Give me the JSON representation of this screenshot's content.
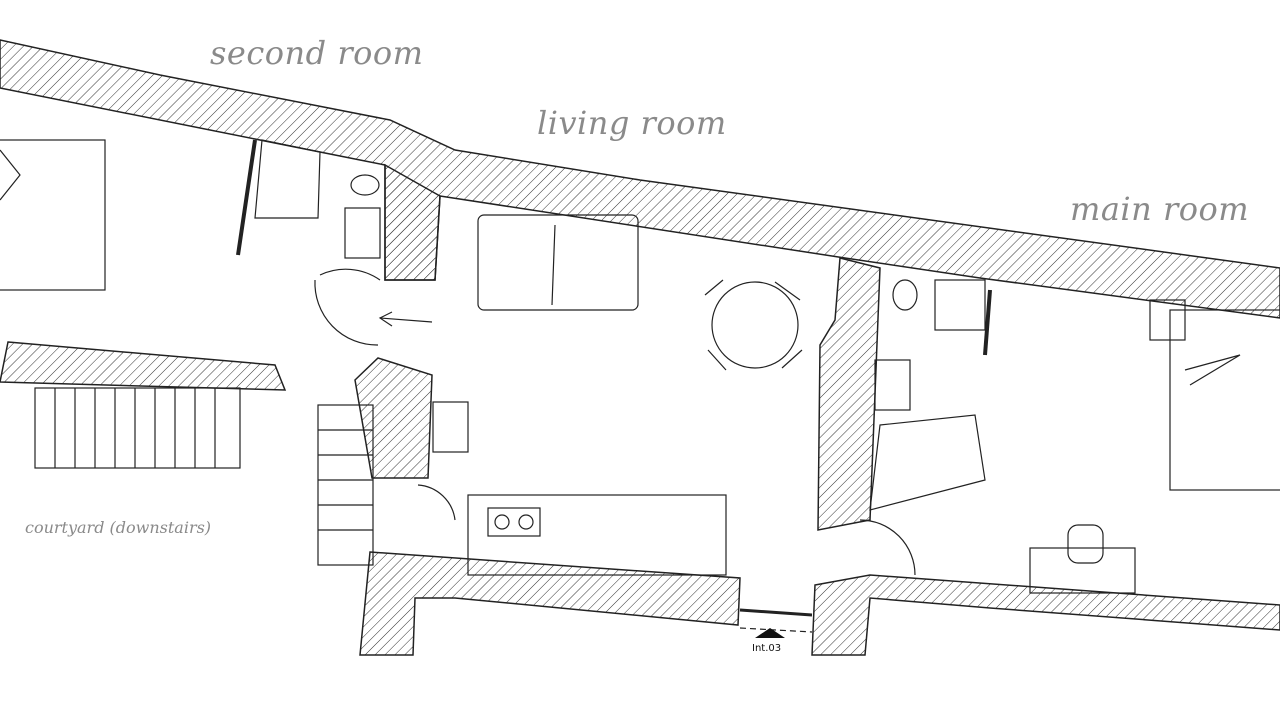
{
  "labels": {
    "second_room": "second room",
    "living_room": "living room",
    "main_room": "main room",
    "courtyard": "courtyard (downstairs)",
    "entrance_tag": "Int.03"
  },
  "colors": {
    "label": "#8a8a8a",
    "wall": "#222222"
  }
}
